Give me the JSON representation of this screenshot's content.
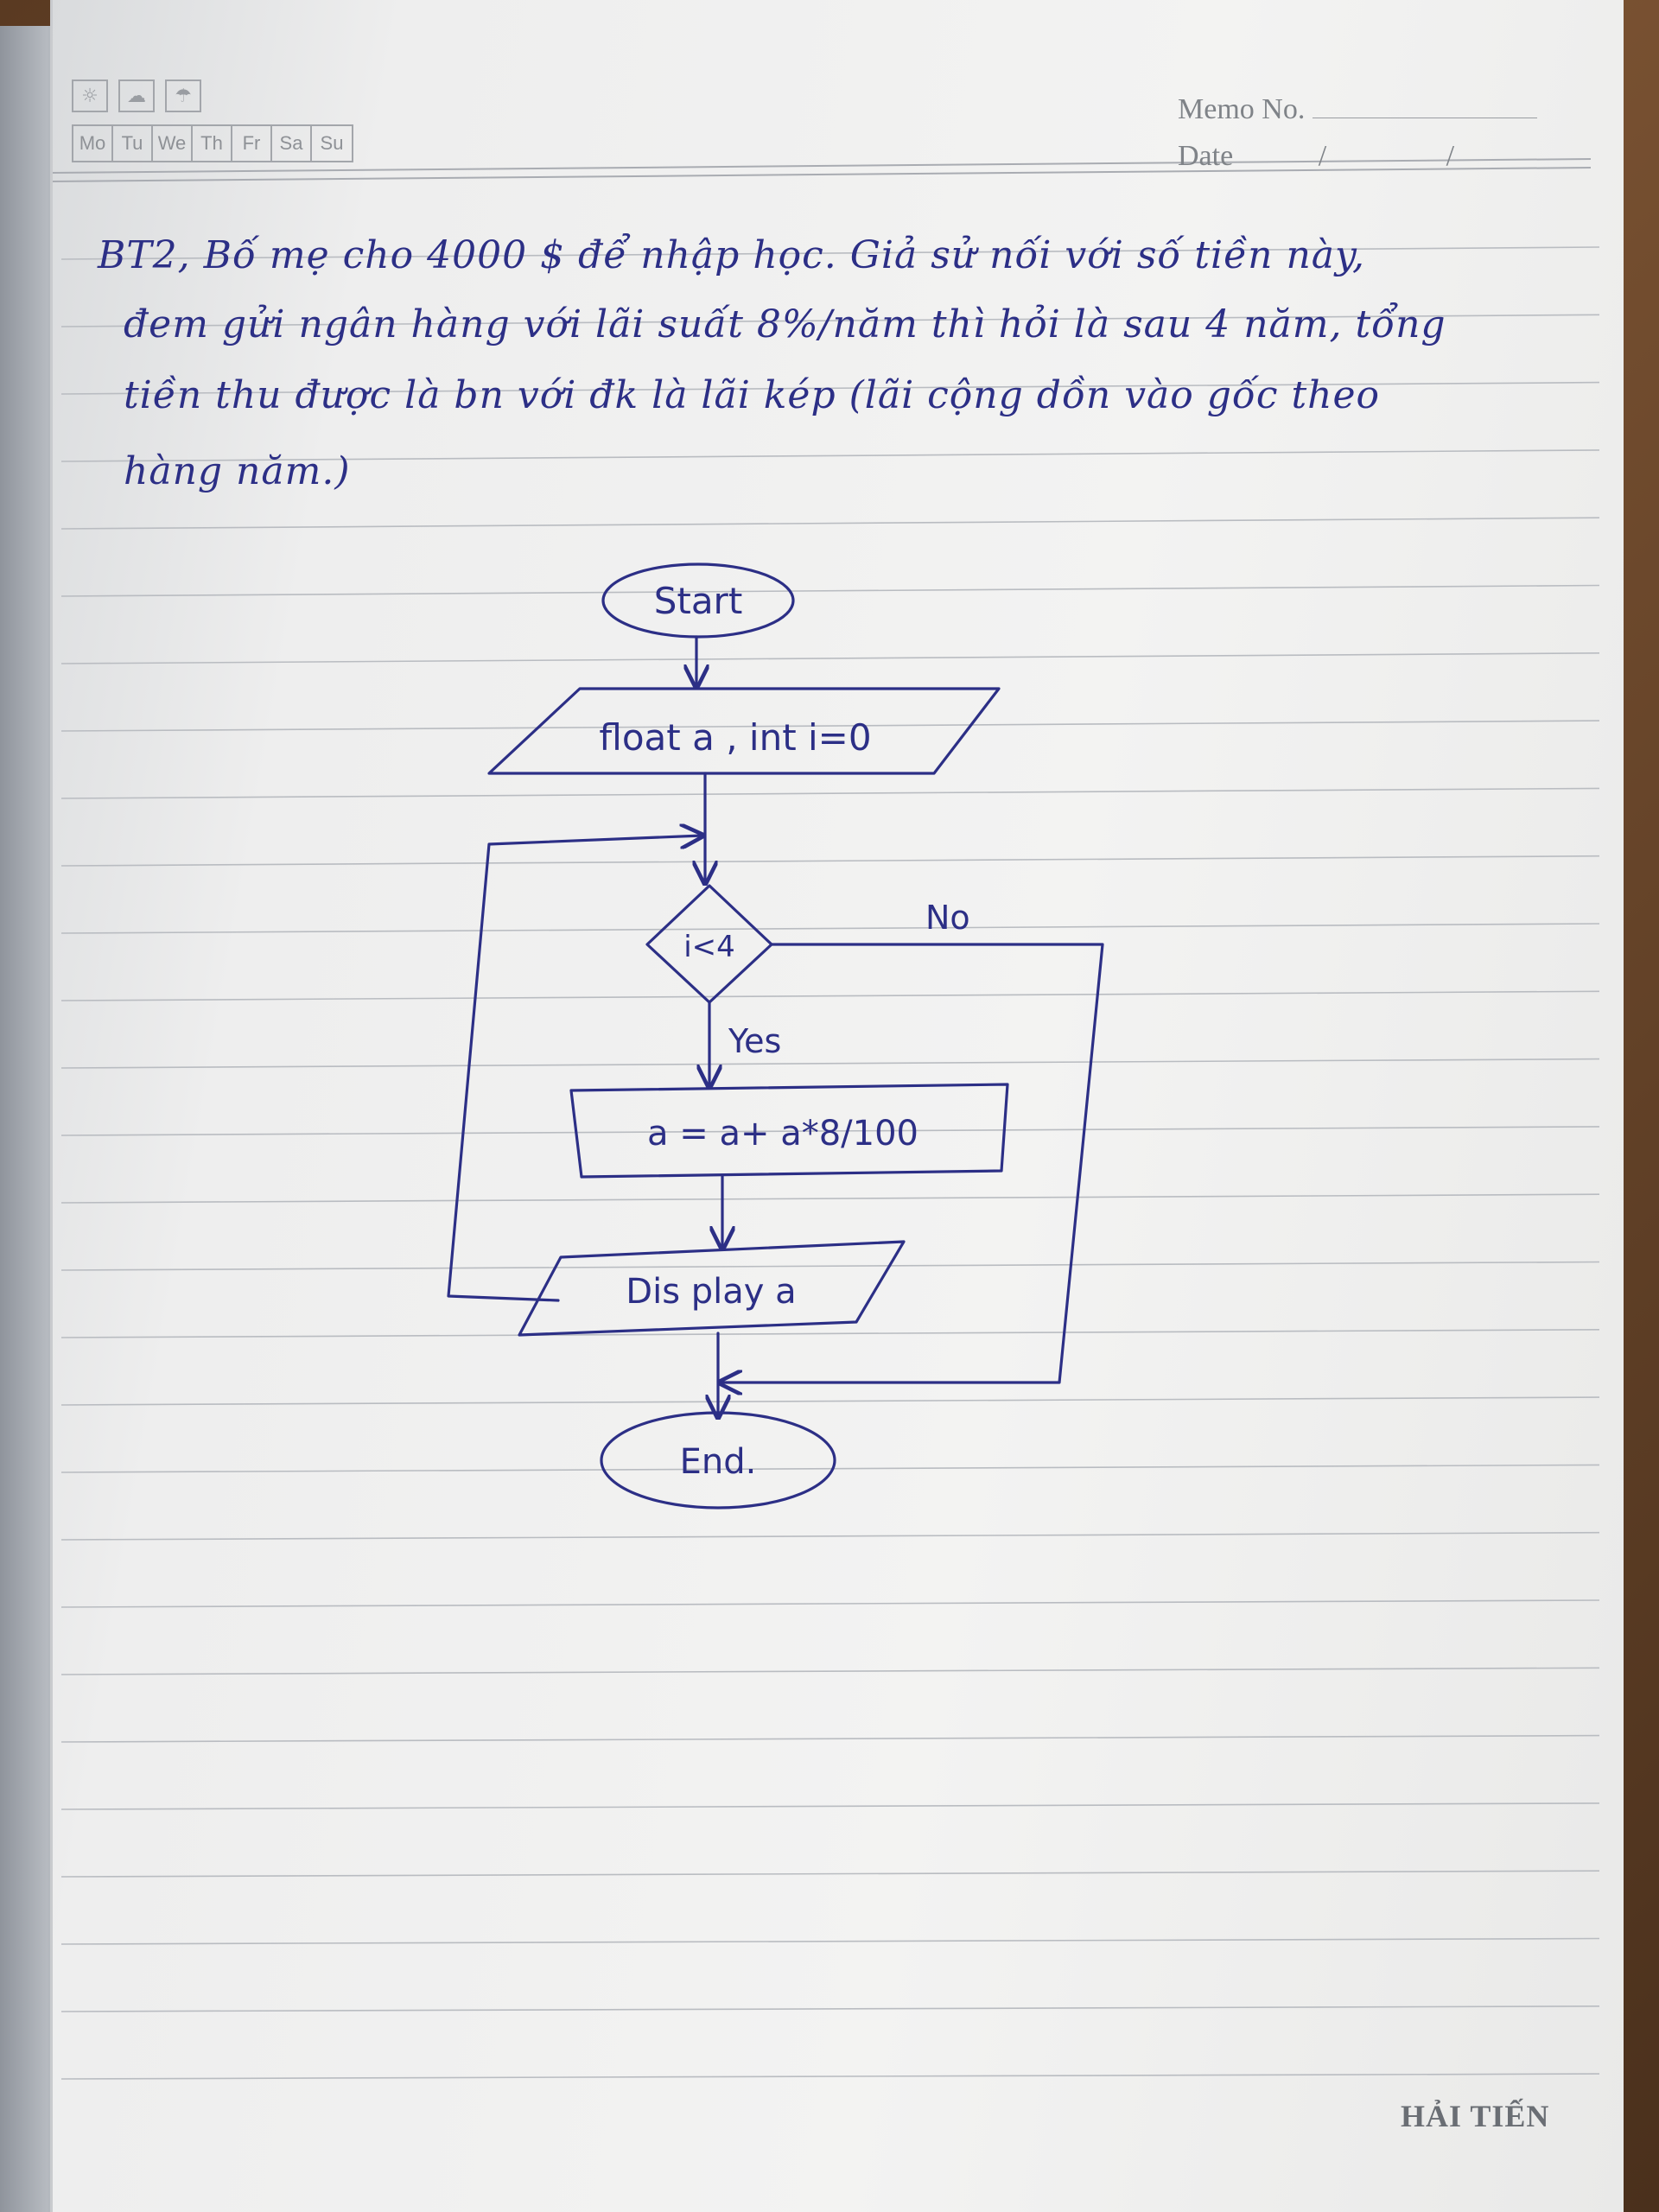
{
  "header": {
    "icons": [
      "sun-icon",
      "cloud-icon",
      "umbrella-icon"
    ],
    "days": [
      "Mo",
      "Tu",
      "We",
      "Th",
      "Fr",
      "Sa",
      "Su"
    ],
    "memo_label": "Memo No.",
    "date_label": "Date",
    "date_slash_1": "/",
    "date_slash_2": "/"
  },
  "problem": {
    "lines": [
      "BT2, Bố mẹ cho 4000 $ để nhập học. Giả sử nối với số tiền này,",
      "đem gửi ngân hàng với lãi suất 8%/năm thì hỏi là sau 4 năm, tổng",
      "tiền thu được là bn với đk là lãi kép (lãi cộng dồn vào gốc theo",
      "hàng năm.)"
    ]
  },
  "flowchart": {
    "start": "Start",
    "input": "float a , int i=0",
    "decision": "i<4",
    "no_label": "No",
    "yes_label": "Yes",
    "process": "a = a+ a*8/100",
    "output": "Dis play   a",
    "end": "End."
  },
  "footer": {
    "brand": "HẢI TIẾN"
  }
}
